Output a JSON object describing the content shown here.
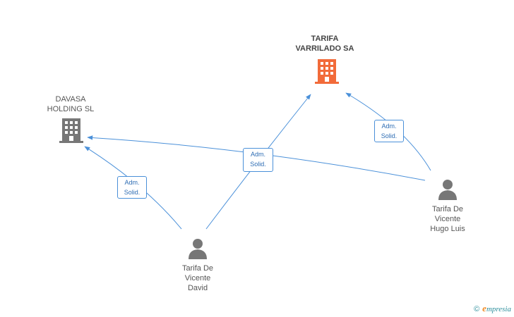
{
  "nodes": {
    "tarifa": {
      "line1": "TARIFA",
      "line2": "VARRILADO SA"
    },
    "davasa": {
      "line1": "DAVASA",
      "line2": "HOLDING SL"
    },
    "david": {
      "line1": "Tarifa De",
      "line2": "Vicente",
      "line3": "David"
    },
    "hugo": {
      "line1": "Tarifa De",
      "line2": "Vicente",
      "line3": "Hugo Luis"
    }
  },
  "badges": {
    "center": {
      "line1": "Adm.",
      "line2": "Solid."
    },
    "left": {
      "line1": "Adm.",
      "line2": "Solid."
    },
    "right": {
      "line1": "Adm.",
      "line2": "Solid."
    }
  },
  "footer": {
    "copyright": "©",
    "brand_e": "e",
    "brand_rest": "mpresia"
  },
  "colors": {
    "main_company": "#f26b3a",
    "company": "#777777",
    "person": "#777777",
    "edge": "#4a90d9"
  },
  "icons": {
    "company": "building-icon",
    "person": "person-icon"
  }
}
